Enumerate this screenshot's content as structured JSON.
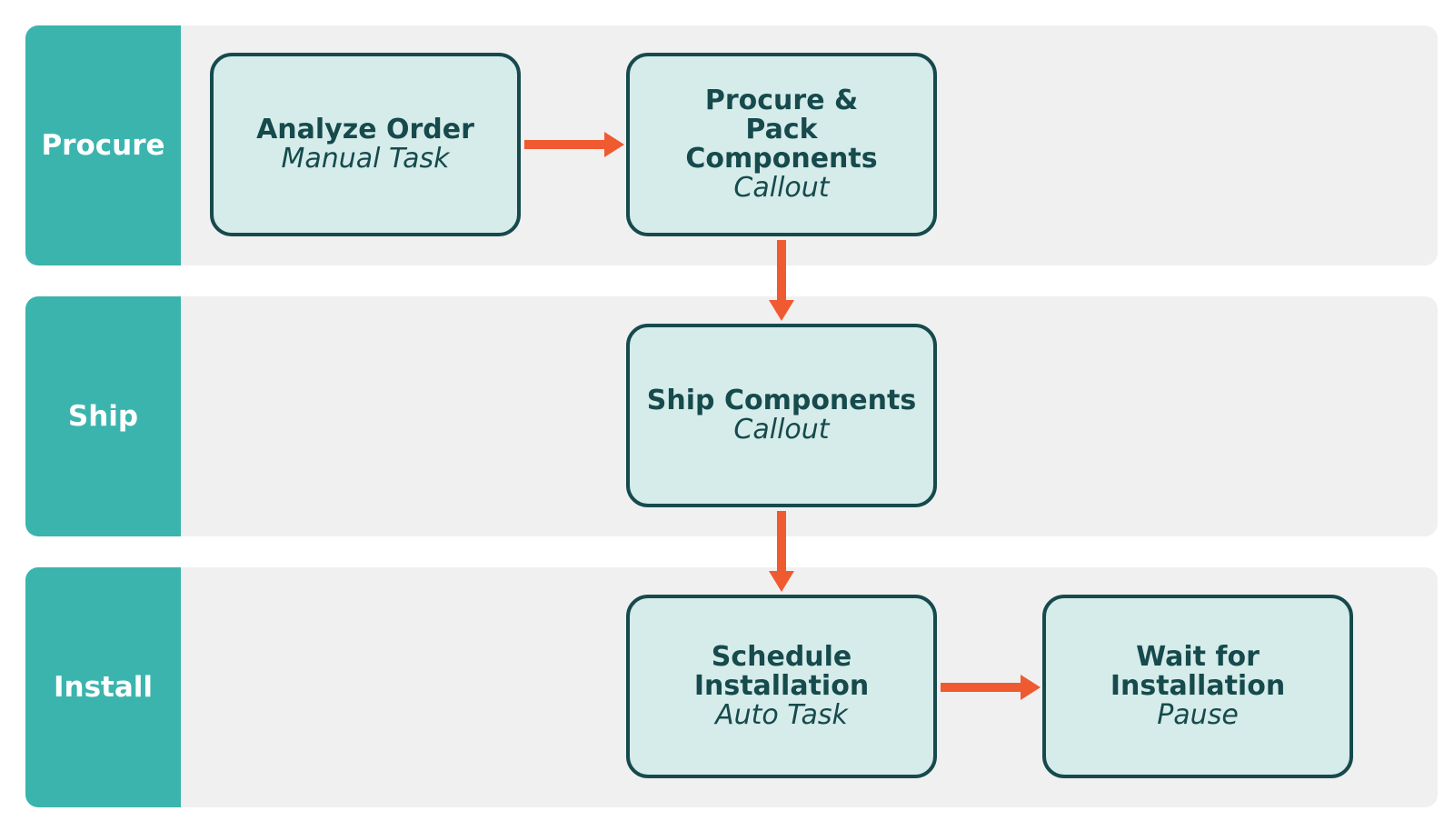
{
  "lanes": [
    {
      "label": "Procure"
    },
    {
      "label": "Ship"
    },
    {
      "label": "Install"
    }
  ],
  "nodes": {
    "analyze_order": {
      "title": "Analyze Order",
      "type": "Manual Task"
    },
    "procure_pack": {
      "title": "Procure & Pack Components",
      "type": "Callout"
    },
    "ship_components": {
      "title": "Ship Components",
      "type": "Callout"
    },
    "schedule_installation": {
      "title": "Schedule Installation",
      "type": "Auto Task"
    },
    "wait_installation": {
      "title": "Wait for Installation",
      "type": "Pause"
    }
  },
  "edges": [
    {
      "from": "analyze_order",
      "to": "procure_pack"
    },
    {
      "from": "procure_pack",
      "to": "ship_components"
    },
    {
      "from": "ship_components",
      "to": "schedule_installation"
    },
    {
      "from": "schedule_installation",
      "to": "wait_installation"
    }
  ],
  "colors": {
    "lane_label_bg": "#3bb4ae",
    "lane_bg": "#f0f0f0",
    "node_fill": "#d5ecea",
    "node_border": "#164a4c",
    "node_text": "#164a4c",
    "arrow": "#f05a30"
  }
}
